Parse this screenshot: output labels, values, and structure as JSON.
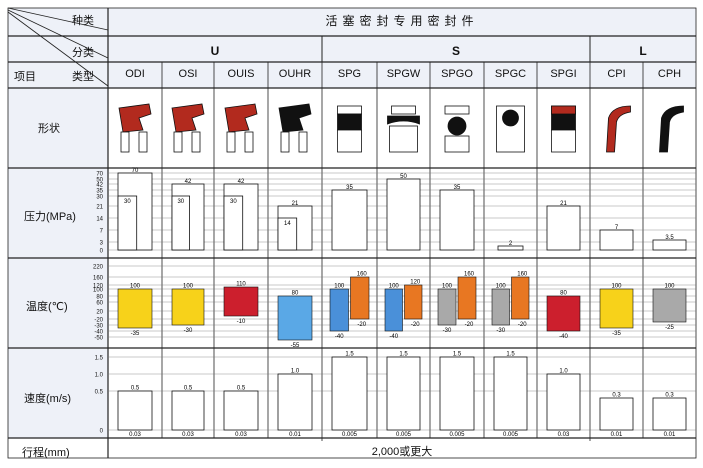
{
  "header": {
    "row_type_label": "种类",
    "row_class_label": "分类",
    "row_model_label": "类型",
    "item_label": "项目",
    "product_type": "活塞密封专用密封件",
    "groups": [
      "U",
      "S",
      "L"
    ]
  },
  "models": [
    "ODI",
    "OSI",
    "OUIS",
    "OUHR",
    "SPG",
    "SPGW",
    "SPGO",
    "SPGC",
    "SPGI",
    "CPI",
    "CPH"
  ],
  "rows": {
    "shape": "形状",
    "pressure": "压力(MPa)",
    "temperature": "温度(℃)",
    "speed": "速度(m/s)",
    "stroke": "行程(mm)"
  },
  "stroke_value": "2,000或更大",
  "pressure_scale": {
    "ticks": [
      "70",
      "50",
      "42",
      "35",
      "30",
      "21",
      "14",
      "7",
      "3",
      "0"
    ],
    "values": [
      {
        "top": "70",
        "mid": "30"
      },
      {
        "top": "42",
        "mid": "30"
      },
      {
        "top": "42",
        "mid": "30"
      },
      {
        "top": "21",
        "mid": "14"
      },
      {
        "top": "35"
      },
      {
        "top": "50"
      },
      {
        "top": "35"
      },
      {
        "mid": "2"
      },
      {
        "top": "21"
      },
      {
        "top": "7"
      },
      {
        "top": "3.5"
      }
    ]
  },
  "temperature_scale": {
    "ticks": [
      "220",
      "160",
      "120",
      "100",
      "80",
      "60",
      "20",
      "-20",
      "-30",
      "-40",
      "-50"
    ],
    "values": [
      {
        "max": "100",
        "min": "-35",
        "color": "#f7d21a"
      },
      {
        "max": "100",
        "min": "-30",
        "color": "#f7d21a"
      },
      {
        "max": "110",
        "min": "-10",
        "color": "#cc1f2d"
      },
      {
        "max": "80",
        "min": "-55",
        "color": "#5aa8e6"
      },
      {
        "max": "100",
        "min": "-40",
        "color": "#4a90d9",
        "max2": "160",
        "min2": "-20",
        "color2": "#e87722"
      },
      {
        "max": "100",
        "min": "-40",
        "color": "#4a90d9",
        "max2": "120",
        "min2": "-20",
        "color2": "#e87722"
      },
      {
        "max": "100",
        "min": "-30",
        "color": "#a9a9a9",
        "max2": "160",
        "min2": "-20",
        "color2": "#e87722"
      },
      {
        "max": "100",
        "min": "-30",
        "color": "#a9a9a9",
        "max2": "160",
        "min2": "-20",
        "color2": "#e87722"
      },
      {
        "max": "80",
        "min": "-40",
        "color": "#cc1f2d"
      },
      {
        "max": "100",
        "min": "-35",
        "color": "#f7d21a"
      },
      {
        "max": "100",
        "min": "-25",
        "color": "#a9a9a9"
      }
    ]
  },
  "speed_scale": {
    "ticks": [
      "1.5",
      "1.0",
      "0.5",
      "0"
    ],
    "values": [
      {
        "max": "0.5",
        "min": "0.03"
      },
      {
        "max": "0.5",
        "min": "0.03"
      },
      {
        "max": "0.5",
        "min": "0.03"
      },
      {
        "max": "1.0",
        "min": "0.01"
      },
      {
        "max": "1.5",
        "min": "0.005"
      },
      {
        "max": "1.5",
        "min": "0.005"
      },
      {
        "max": "1.5",
        "min": "0.005"
      },
      {
        "max": "1.5",
        "min": "0.005"
      },
      {
        "max": "1.0",
        "min": "0.03"
      },
      {
        "max": "0.3",
        "min": "0.01"
      },
      {
        "max": "0.3",
        "min": "0.01"
      }
    ]
  },
  "shapes": [
    {
      "name": "ODI",
      "kind": "lipU",
      "color": "#b22a1e"
    },
    {
      "name": "OSI",
      "kind": "lipU",
      "color": "#b22a1e"
    },
    {
      "name": "OUIS",
      "kind": "lipU",
      "color": "#b22a1e"
    },
    {
      "name": "OUHR",
      "kind": "lipU",
      "color": "#111111"
    },
    {
      "name": "SPG",
      "kind": "block",
      "color": "#111111"
    },
    {
      "name": "SPGW",
      "kind": "blockRound",
      "color": "#111111"
    },
    {
      "name": "SPGO",
      "kind": "oring",
      "color": "#111111"
    },
    {
      "name": "SPGC",
      "kind": "cap",
      "color": "#111111"
    },
    {
      "name": "SPGI",
      "kind": "blockRed",
      "color": "#b22a1e"
    },
    {
      "name": "CPI",
      "kind": "cup",
      "color": "#b22a1e"
    },
    {
      "name": "CPH",
      "kind": "cup",
      "color": "#111111"
    }
  ]
}
